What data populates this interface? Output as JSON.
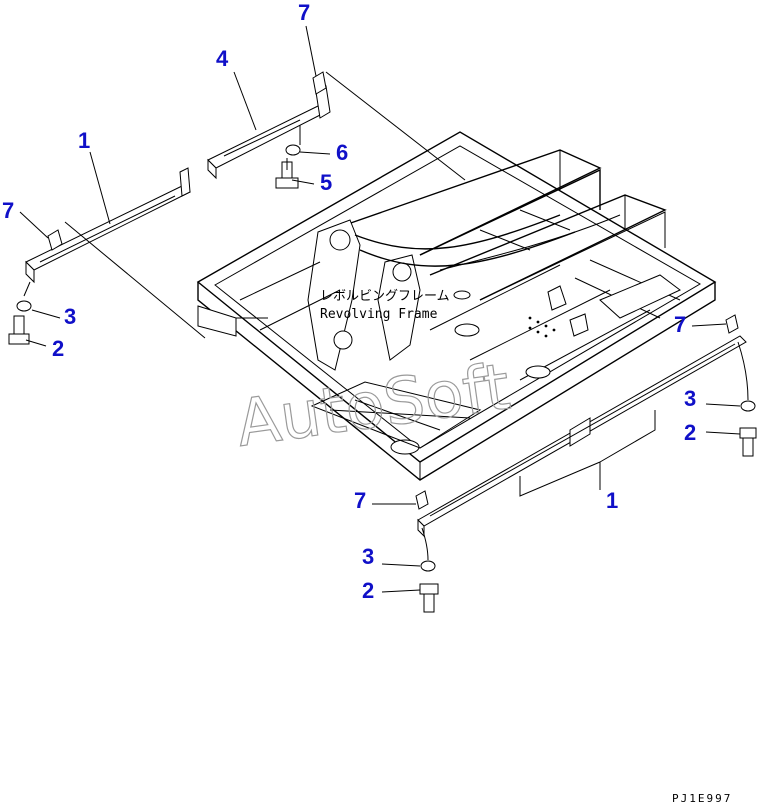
{
  "diagram": {
    "frame_label_jp": "レボルビングフレーム",
    "frame_label_en": "Revolving Frame",
    "watermark": "AutoSoft",
    "drawing_code": "PJ1E997",
    "accent_color": "#1010c8",
    "callouts": [
      {
        "id": "c7a",
        "label": "7"
      },
      {
        "id": "c4",
        "label": "4"
      },
      {
        "id": "c1a",
        "label": "1"
      },
      {
        "id": "c6",
        "label": "6"
      },
      {
        "id": "c5",
        "label": "5"
      },
      {
        "id": "c7b",
        "label": "7"
      },
      {
        "id": "c3a",
        "label": "3"
      },
      {
        "id": "c2a",
        "label": "2"
      },
      {
        "id": "c7c",
        "label": "7"
      },
      {
        "id": "c3b",
        "label": "3"
      },
      {
        "id": "c2b",
        "label": "2"
      },
      {
        "id": "c1b",
        "label": "1"
      },
      {
        "id": "c7d",
        "label": "7"
      },
      {
        "id": "c3c",
        "label": "3"
      },
      {
        "id": "c2c",
        "label": "2"
      }
    ]
  }
}
